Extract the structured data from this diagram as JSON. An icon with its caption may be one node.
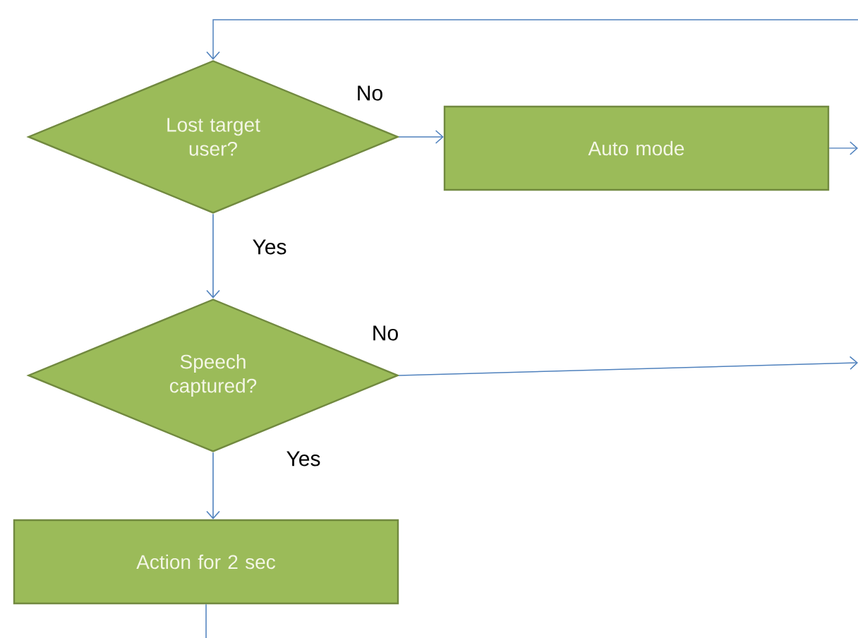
{
  "diagram": {
    "nodes": [
      {
        "text": [
          "Lost target user?"
        ]
      },
      {
        "text": [
          "Auto mode"
        ]
      },
      {
        "text": [
          "Speech captured?"
        ]
      },
      {
        "text": [
          "Action for 2 sec"
        ]
      }
    ],
    "edges": [
      {
        "from": null,
        "to": 0,
        "arrow": "to"
      },
      {
        "from": 0,
        "to": 1,
        "arrow": "to",
        "label": "No"
      },
      {
        "from": 1,
        "to": null,
        "arrow": "to"
      },
      {
        "from": 0,
        "to": 2,
        "arrow": "to",
        "label": "Yes"
      },
      {
        "from": 2,
        "to": null,
        "arrow": "to",
        "label": "No"
      },
      {
        "from": 2,
        "to": 3,
        "arrow": "to",
        "label": "Yes"
      },
      {
        "from": 3,
        "to": null,
        "arrow": "none"
      }
    ]
  }
}
